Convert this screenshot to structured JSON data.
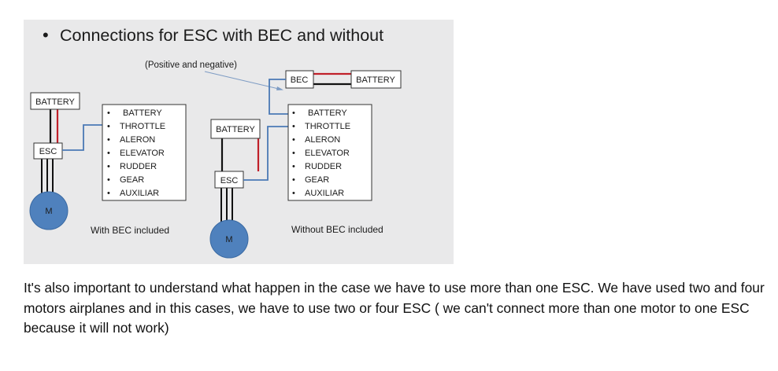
{
  "slide": {
    "title_bullet": "•",
    "title": "Connections for ESC with BEC and without",
    "annotation": "(Positive and negative)",
    "left": {
      "battery_label": "BATTERY",
      "esc_label": "ESC",
      "motor_label": "M",
      "caption": "With BEC included",
      "receiver_channels": [
        "BATTERY",
        "THROTTLE",
        "ALERON",
        "ELEVATOR",
        "RUDDER",
        "GEAR",
        "AUXILIAR"
      ]
    },
    "right": {
      "bec_label": "BEC",
      "bec_battery_label": "BATTERY",
      "battery_label": "BATTERY",
      "esc_label": "ESC",
      "motor_label": "M",
      "caption": "Without BEC included",
      "receiver_channels": [
        "BATTERY",
        "THROTTLE",
        "ALERON",
        "ELEVATOR",
        "RUDDER",
        "GEAR",
        "AUXILIAR"
      ]
    },
    "colors": {
      "background": "#e9e9ea",
      "wire_red": "#c0202a",
      "wire_black": "#111111",
      "signal_blue": "#4a79b5",
      "motor_fill": "#4f81bd",
      "annotation_arrow": "#7e9cc4"
    }
  },
  "caption": "It's also important to understand what happen in the case we have to use  more than one ESC. We have used two and four motors airplanes and in this  cases, we have to use two or four ESC ( we can't connect more than one motor to one ESC because it will not work)"
}
